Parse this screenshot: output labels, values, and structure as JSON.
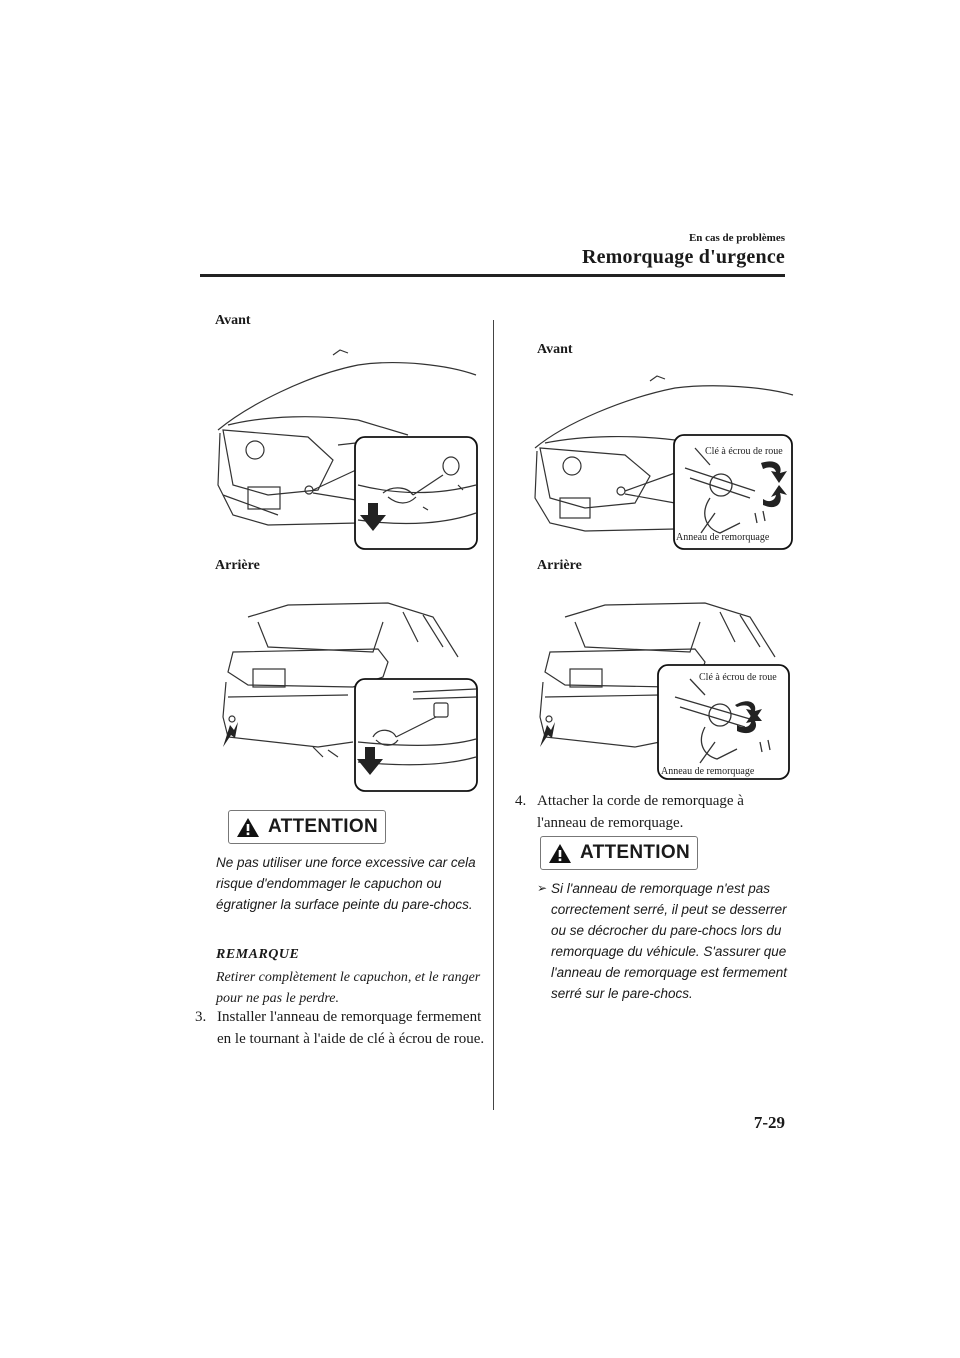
{
  "header": {
    "section": "En cas de problèmes",
    "title": "Remorquage d'urgence"
  },
  "left": {
    "front_label": "Avant",
    "rear_label": "Arrière",
    "attention_label": "ATTENTION",
    "attention_text": "Ne pas utiliser une force excessive car cela risque d'endommager le capuchon ou égratigner la surface peinte du pare-chocs.",
    "remark_title": "REMARQUE",
    "remark_text": "Retirer complètement le capuchon, et le ranger pour ne pas le perdre.",
    "step_number": "3.",
    "step_text": "Installer l'anneau de remorquage fermement en le tournant à l'aide de clé à écrou de roue."
  },
  "right": {
    "front_label": "Avant",
    "rear_label": "Arrière",
    "wrench_label": "Clé à écrou de roue",
    "ring_label": "Anneau de remorquage",
    "step_number": "4.",
    "step_text": "Attacher la corde de remorquage à l'anneau de remorquage.",
    "attention_label": "ATTENTION",
    "bullet_text": "Si l'anneau de remorquage n'est pas correctement serré, il peut se desserrer ou se décrocher du pare-chocs lors du remorquage du véhicule. S'assurer que l'anneau de remorquage est fermement serré sur le pare-chocs."
  },
  "footer": {
    "page_number": "7-29"
  }
}
